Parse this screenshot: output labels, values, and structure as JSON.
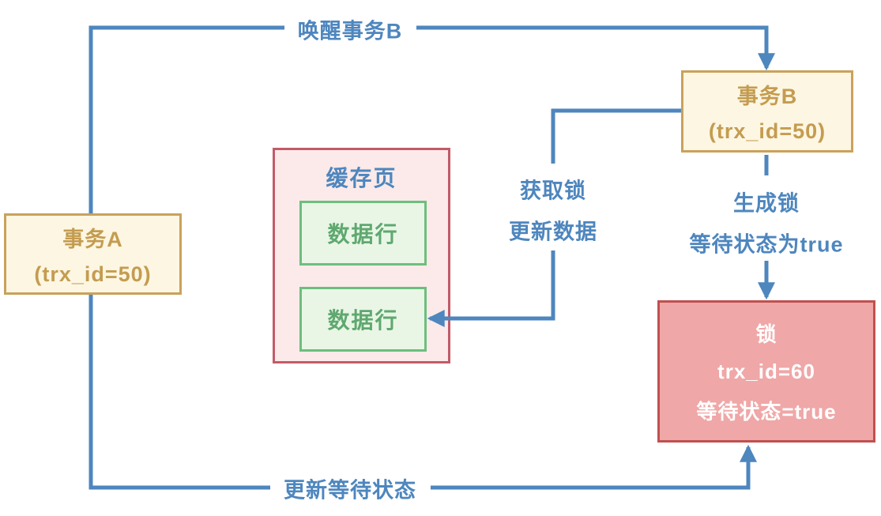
{
  "nodes": {
    "transaction_a": {
      "title": "事务A",
      "subtitle": "(trx_id=50)"
    },
    "transaction_b": {
      "title": "事务B",
      "subtitle": "(trx_id=50)"
    },
    "cache_page": {
      "title": "缓存页",
      "rows": [
        "数据行",
        "数据行"
      ]
    },
    "lock": {
      "title": "锁",
      "line1": "trx_id=60",
      "line2": "等待状态=true"
    }
  },
  "edge_labels": {
    "wake_b": "唤醒事务B",
    "acquire_lock": "获取锁",
    "update_data": "更新数据",
    "generate_lock": "生成锁",
    "wait_state_true": "等待状态为true",
    "update_wait_state": "更新等待状态"
  },
  "colors": {
    "connector_blue": "#4E86BE",
    "transaction_fill": "#FDF6E3",
    "transaction_border": "#C9A25B",
    "transaction_text": "#C49C50",
    "cache_fill": "#FBEAE9",
    "cache_border": "#C25B69",
    "row_fill": "#E9F6E5",
    "row_border": "#6DBE7E",
    "row_text": "#5FA870",
    "lock_fill": "#EFA7A7",
    "lock_border": "#C05050",
    "lock_text": "#FFFFFF"
  }
}
